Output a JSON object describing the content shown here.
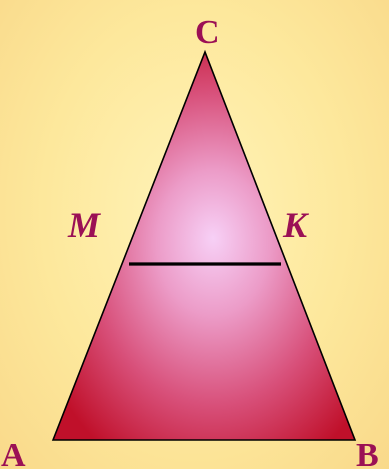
{
  "colors": {
    "background_light": "#fff3b8",
    "background_dark": "#f9d98a",
    "triangle_center": "#f6c8f2",
    "triangle_edge": "#c4102a",
    "outline": "#000000",
    "label": "#9b1055"
  },
  "figure": {
    "vertices": {
      "A": "A",
      "B": "B",
      "C": "C"
    },
    "segment_points": {
      "M": "M",
      "K": "K"
    }
  }
}
